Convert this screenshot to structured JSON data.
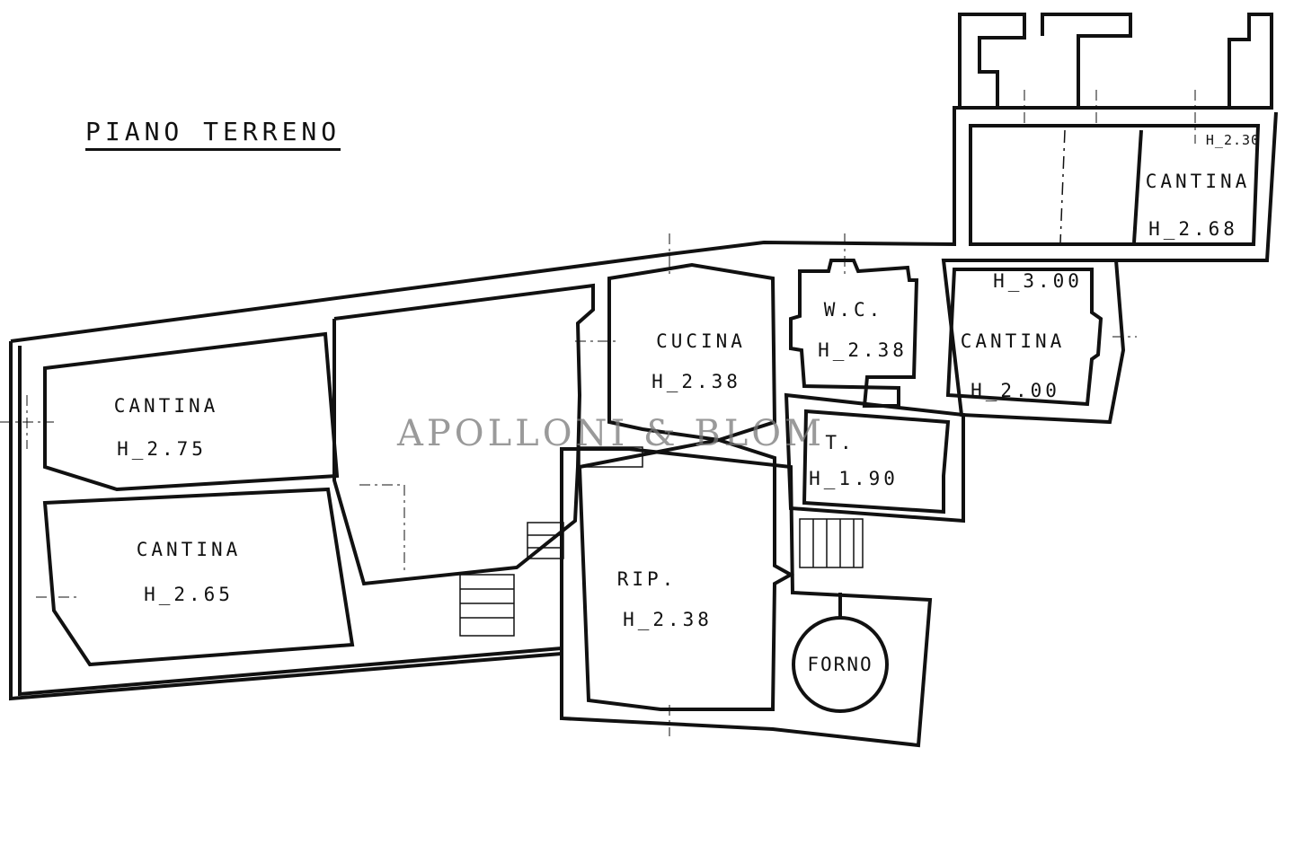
{
  "title": "PIANO TERRENO",
  "watermark": "APOLLONI & BLOM",
  "rooms": [
    {
      "name": "CANTINA",
      "height": "H_2.75"
    },
    {
      "name": "CANTINA",
      "height": "H_2.65"
    },
    {
      "name": "CUCINA",
      "height": "H_2.38"
    },
    {
      "name": "W.C.",
      "height": "H_2.38"
    },
    {
      "name": "CANTINA",
      "height": "H_2.00",
      "height_top": "H_3.00"
    },
    {
      "name": "CANTINA",
      "height": "H_2.68",
      "height_top": "H_2.30"
    },
    {
      "name": "T.",
      "height": "H_1.90"
    },
    {
      "name": "RIP.",
      "height": "H_2.38"
    },
    {
      "name": "FORNO"
    }
  ],
  "colors": {
    "line": "#111111",
    "watermark": "#8a8a8a"
  }
}
